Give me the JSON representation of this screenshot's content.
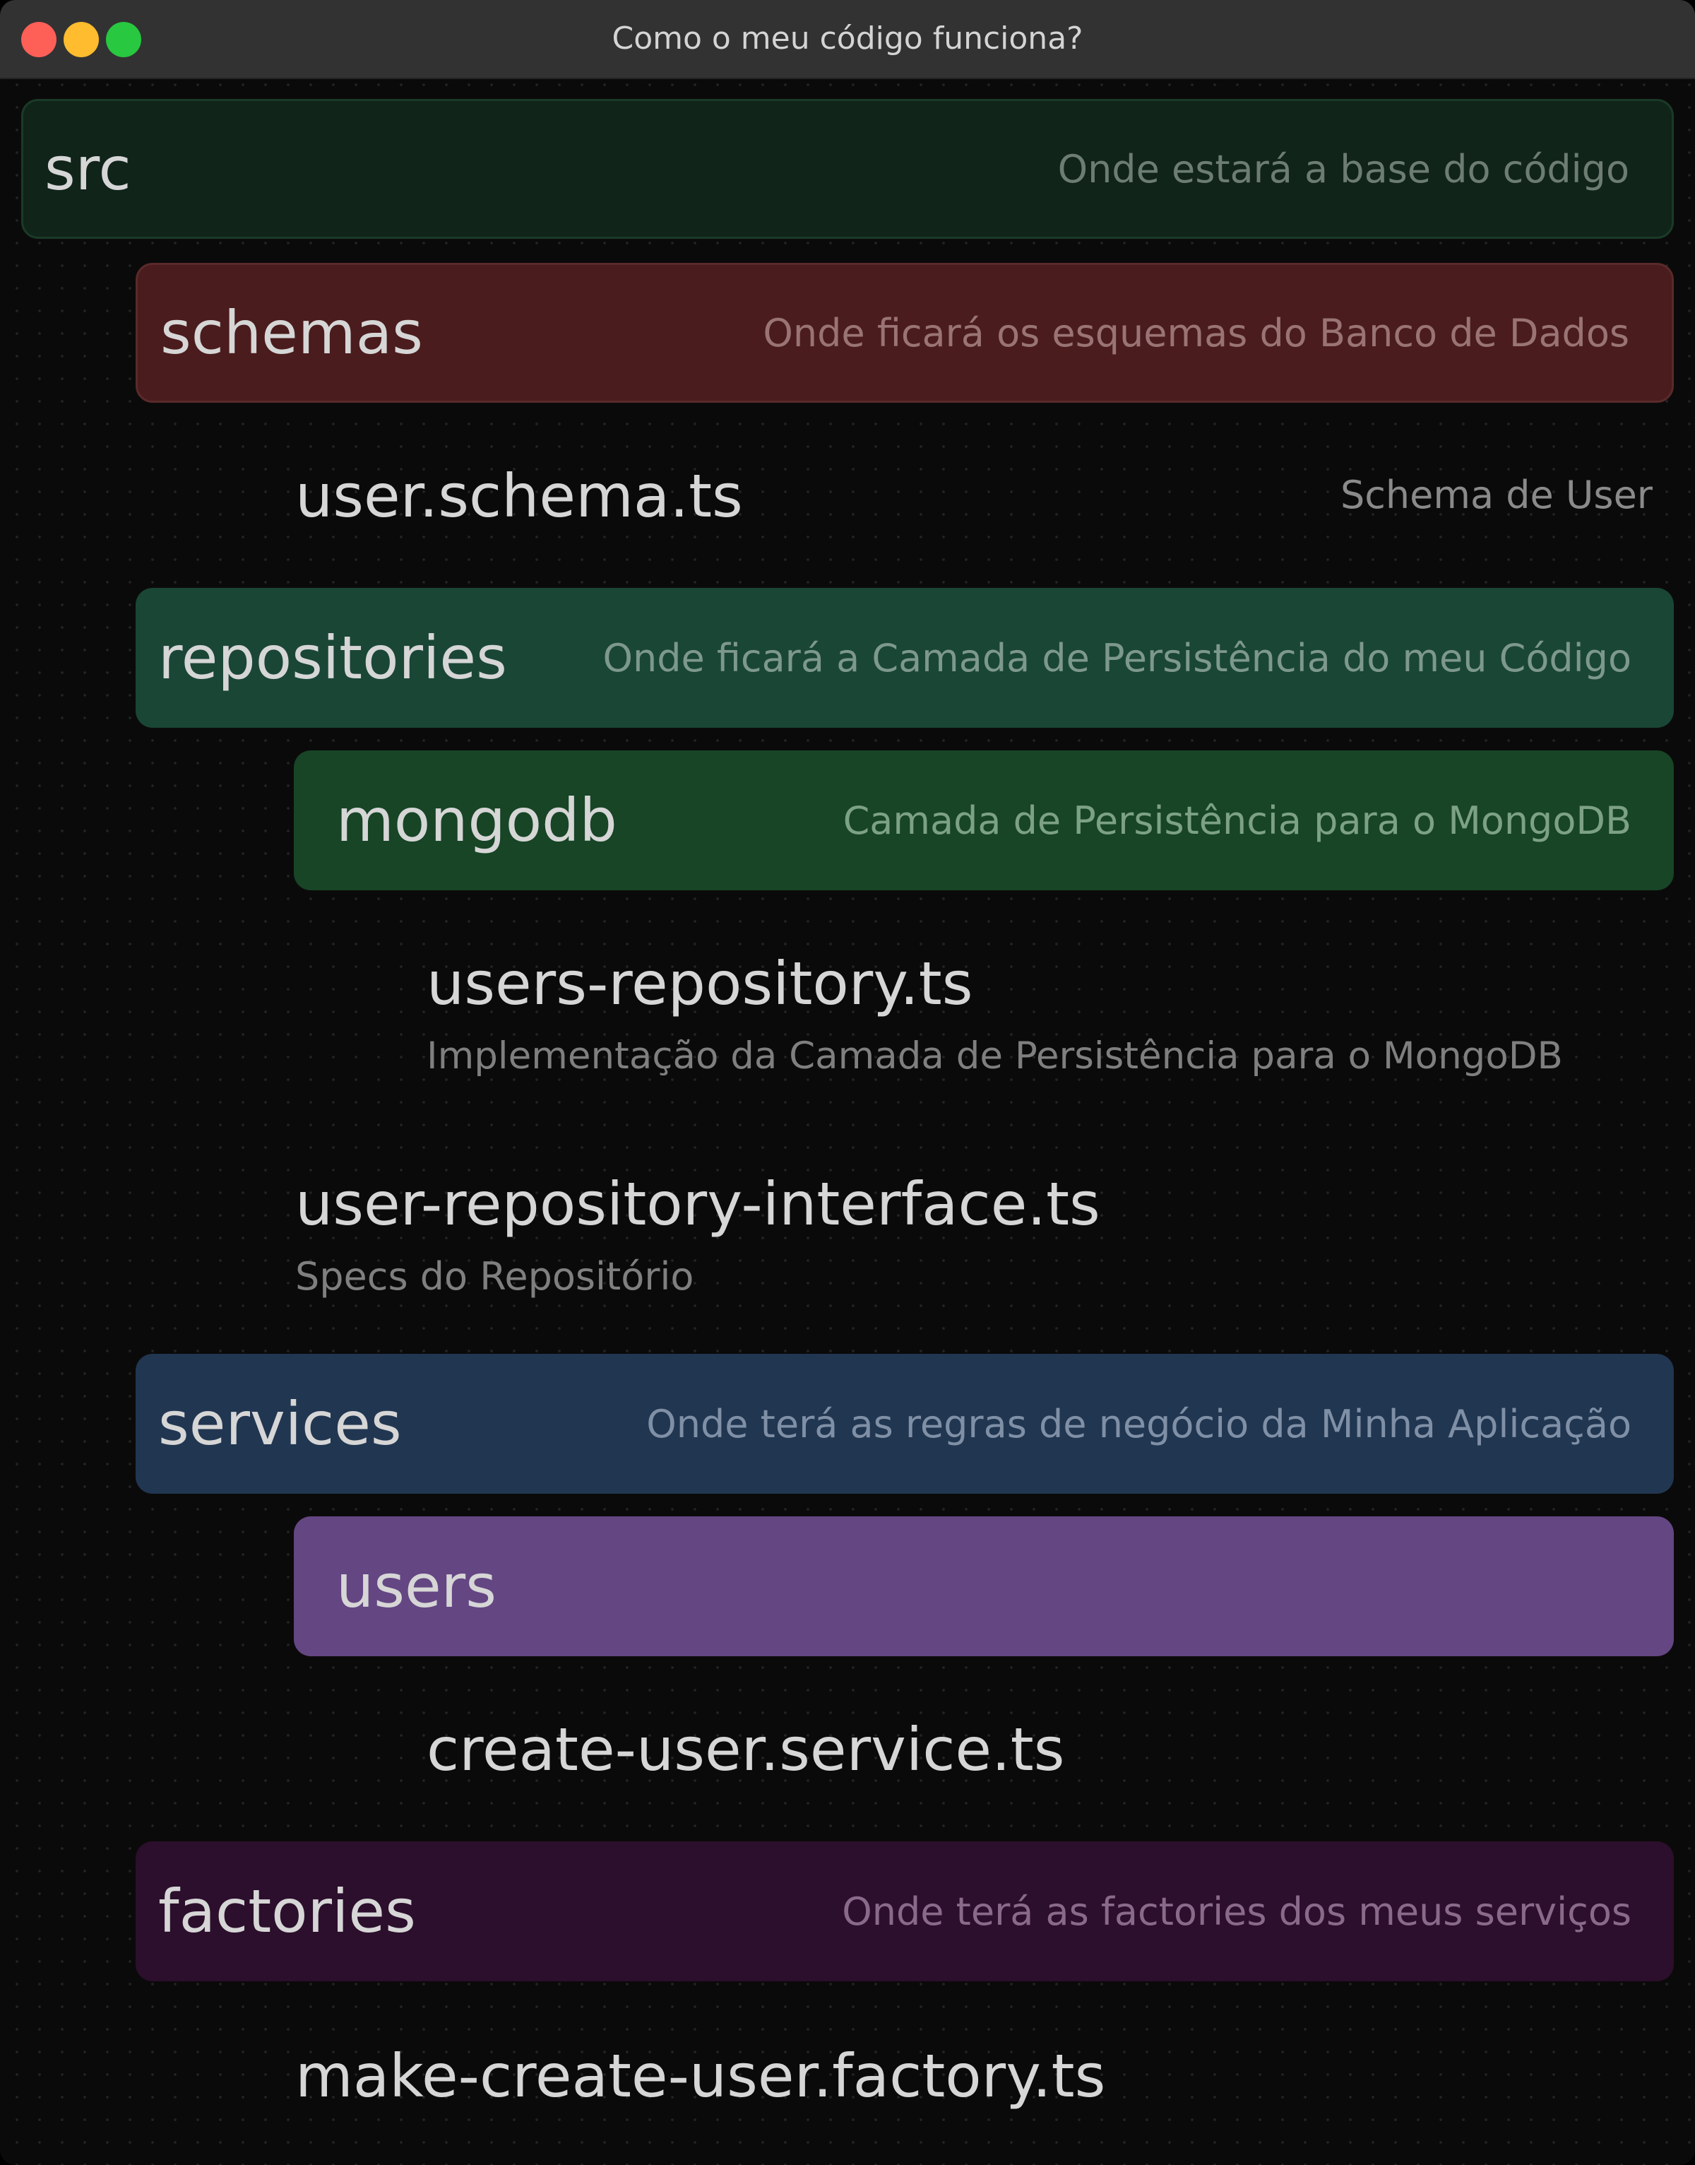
{
  "window": {
    "title": "Como o meu código funciona?"
  },
  "tree": {
    "src": {
      "name": "src",
      "description": "Onde estará a base do código",
      "color": "#10241a"
    },
    "schemas": {
      "name": "schemas",
      "description": "Onde ficará os esquemas do Banco de Dados",
      "color": "#4b1c1d"
    },
    "user_schema": {
      "name": "user.schema.ts",
      "description": "Schema de User"
    },
    "repositories": {
      "name": "repositories",
      "description": "Onde ficará a Camada de Persistência do meu Código",
      "color": "#1a4636"
    },
    "mongodb": {
      "name": "mongodb",
      "description": "Camada de Persistência para o MongoDB",
      "color": "#174526"
    },
    "users_repository": {
      "name": "users-repository.ts",
      "description": "Implementação da Camada de Persistência para o MongoDB"
    },
    "user_repository_interface": {
      "name": "user-repository-interface.ts",
      "description": "Specs do Repositório"
    },
    "services": {
      "name": "services",
      "description": "Onde terá as regras de negócio da Minha Aplicação",
      "color": "#213651"
    },
    "users": {
      "name": "users",
      "color": "#644683"
    },
    "create_user_service": {
      "name": "create-user.service.ts"
    },
    "factories": {
      "name": "factories",
      "description": "Onde terá as factories dos meus serviços",
      "color": "#2c0f2c"
    },
    "make_create_user_factory": {
      "name": "make-create-user.factory.ts"
    }
  }
}
